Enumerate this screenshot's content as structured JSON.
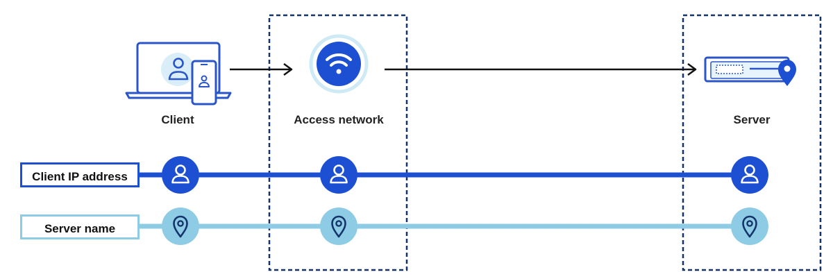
{
  "nodes": {
    "client": {
      "label": "Client",
      "icon": "laptop-phone-user-icon"
    },
    "access": {
      "label": "Access network",
      "icon": "wifi-icon"
    },
    "server": {
      "label": "Server",
      "icon": "server-location-icon"
    }
  },
  "rows": {
    "client_ip": {
      "label": "Client IP address",
      "icon": "user-icon",
      "color": "#1c4fd1"
    },
    "server_name": {
      "label": "Server name",
      "icon": "location-pin-icon",
      "color": "#8ecbe4"
    }
  },
  "colors": {
    "dashed_border": "#14336b",
    "dark_blue": "#1c4fd1",
    "light_blue": "#8ecbe4",
    "outline_blue": "#2a55c9",
    "arrow": "#111111"
  }
}
